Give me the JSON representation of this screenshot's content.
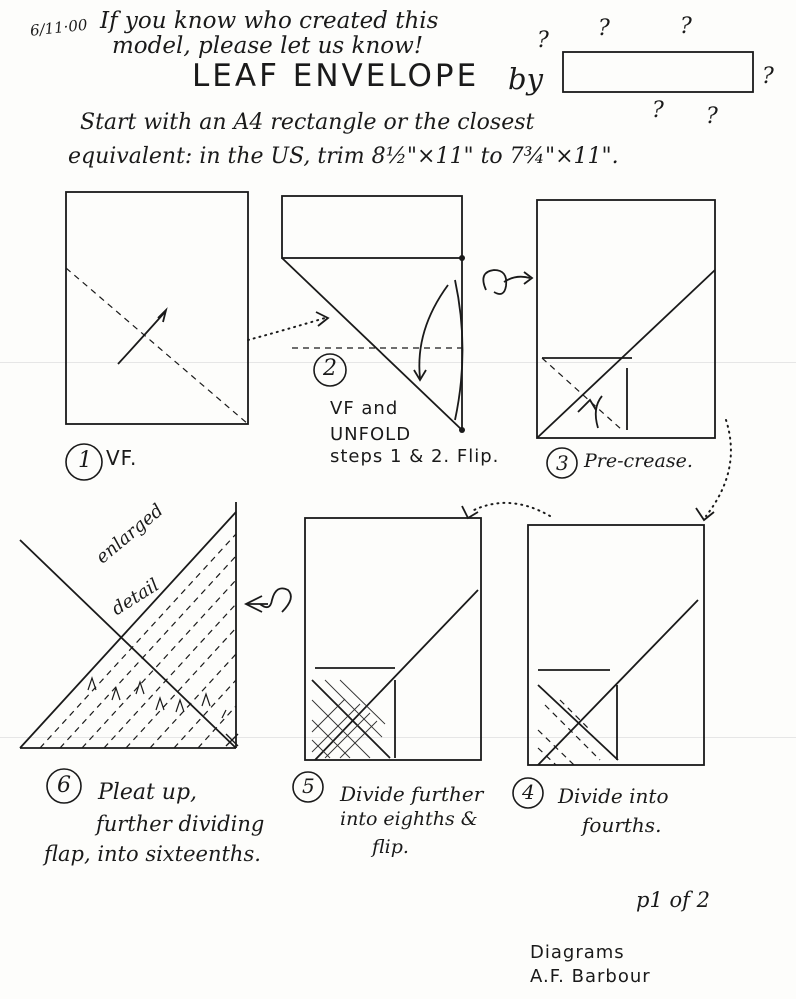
{
  "header": {
    "date": "6/11·00",
    "notice_line1": "If you know who created this",
    "notice_line2": "model, please let us know!",
    "question_marks": [
      "?",
      "?",
      "?",
      "?",
      "?",
      "?"
    ],
    "title": "LEAF ENVELOPE",
    "by": "by"
  },
  "intro": {
    "line1": "Start with an A4 rectangle or the closest",
    "line2": "equivalent: in the US, trim 8½\"×11\" to 7¾\"×11\"."
  },
  "steps": [
    {
      "number": "1",
      "caption": "VF."
    },
    {
      "number": "2",
      "caption_lines": [
        "VF and",
        "UNFOLD",
        "steps 1 & 2. Flip."
      ]
    },
    {
      "number": "3",
      "caption": "Pre-crease."
    },
    {
      "number": "4",
      "caption_lines": [
        "Divide into",
        "fourths."
      ]
    },
    {
      "number": "5",
      "caption_lines": [
        "Divide further",
        "into eighths &",
        "flip."
      ]
    },
    {
      "number": "6",
      "caption_lines": [
        "Pleat up,",
        "further dividing",
        "flap, into sixteenths."
      ]
    }
  ],
  "detail_label": [
    "enlarged",
    "detail"
  ],
  "footer": {
    "page": "p1 of 2",
    "credit_line1": "Diagrams",
    "credit_line2": "A.F. Barbour"
  },
  "icons": [
    "flip-over-icon",
    "fold-arrow-icon",
    "rotate-arrow-icon"
  ]
}
